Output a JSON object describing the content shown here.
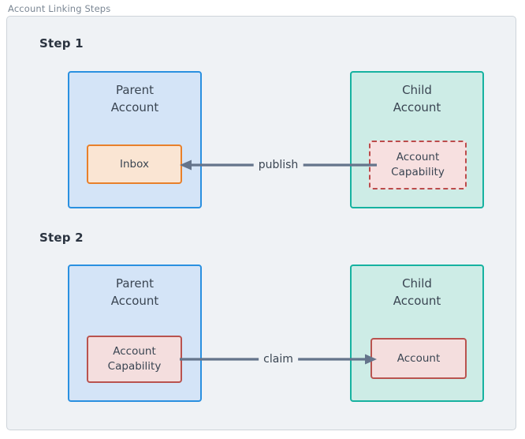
{
  "figure": {
    "title": "Account Linking Steps"
  },
  "steps": [
    {
      "label": "Step 1",
      "source": {
        "title": "Child\nAccount",
        "resource": "Account\nCapability"
      },
      "target": {
        "title": "Parent\nAccount",
        "resource": "Inbox"
      },
      "connector": {
        "label": "publish",
        "direction": "left"
      }
    },
    {
      "label": "Step 2",
      "source": {
        "title": "Parent\nAccount",
        "resource": "Account\nCapability"
      },
      "target": {
        "title": "Child\nAccount",
        "resource": "Account"
      },
      "connector": {
        "label": "claim",
        "direction": "right"
      }
    }
  ],
  "colors": {
    "panel_bg": "#eff2f5",
    "panel_border": "#ced4da",
    "parent_fill": "#d4e4f7",
    "parent_border": "#2a90e0",
    "child_fill": "#cdece6",
    "child_border": "#16b2a0",
    "inbox_fill": "#fae5d3",
    "inbox_border": "#e8802b",
    "capability_fill": "#f7e0e0",
    "capability_border": "#bc4b4b",
    "account_fill": "#f4dede",
    "account_border": "#b9534f",
    "arrow": "#64748b",
    "text": "#3a4552",
    "heading": "#2b3440",
    "title": "#7b8794"
  }
}
